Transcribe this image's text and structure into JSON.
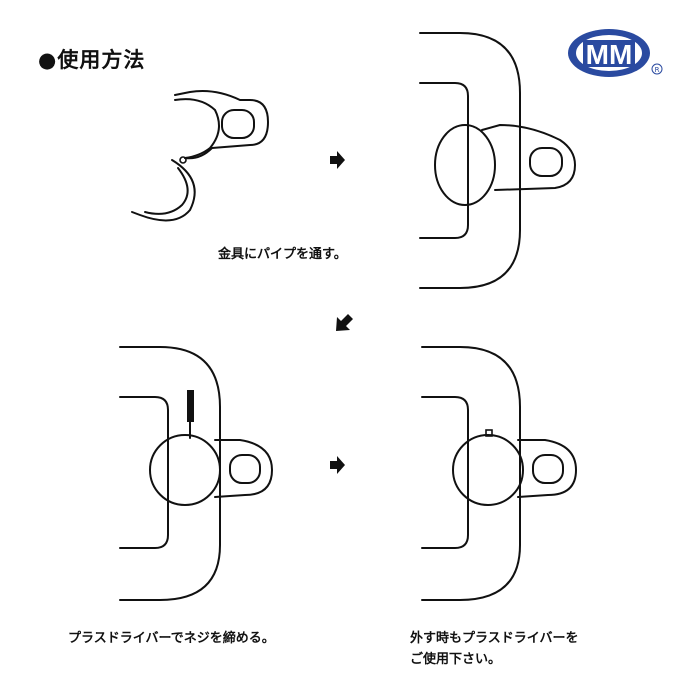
{
  "title": "●使用方法",
  "logo": {
    "text": "MM",
    "registered": "®",
    "color": "#2a4aa0"
  },
  "steps": [
    {
      "caption": "金具にパイプを通す。"
    },
    {
      "caption": "プラスドライバーでネジを締める。"
    },
    {
      "caption_line1": "外す時もプラスドライバーを",
      "caption_line2": "ご使用下さい。"
    }
  ],
  "arrows": [
    "right-arrow",
    "down-left-arrow",
    "right-arrow"
  ]
}
